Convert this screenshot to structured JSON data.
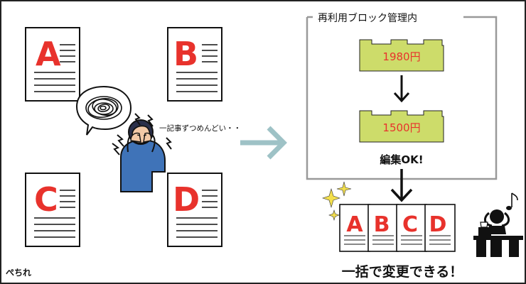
{
  "colors": {
    "letter": "#e8322c",
    "block": "#cddc6a",
    "arrow_light": "#9ec2c6",
    "frame": "#999999",
    "shirt": "#3f73b8"
  },
  "documents": [
    {
      "letter": "A"
    },
    {
      "letter": "B"
    },
    {
      "letter": "C"
    },
    {
      "letter": "D"
    }
  ],
  "speech": "一記事ずつめんどい・・",
  "box": {
    "title": "再利用ブロック管理内",
    "block_before": "1980円",
    "block_after": "1500円",
    "edit_ok": "編集OK!"
  },
  "result": {
    "letters": [
      "A",
      "B",
      "C",
      "D"
    ],
    "caption": "一括で変更できる！"
  },
  "logo": "ぺちれ"
}
